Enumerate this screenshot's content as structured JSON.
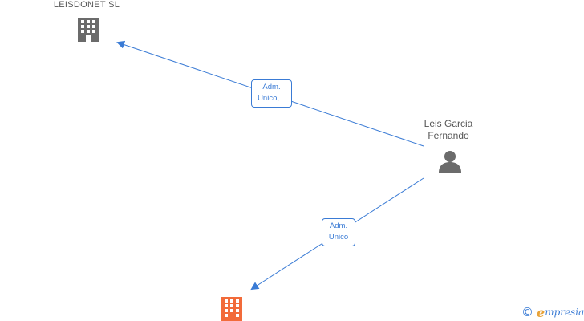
{
  "nodes": {
    "company_top": {
      "label": "LEISDONET  SL"
    },
    "person": {
      "name_line1": "Leis Garcia",
      "name_line2": "Fernando"
    },
    "company_bottom": {
      "label": ""
    }
  },
  "edges": [
    {
      "label_line1": "Adm.",
      "label_line2": "Unico,..."
    },
    {
      "label_line1": "Adm.",
      "label_line2": "Unico"
    }
  ],
  "colors": {
    "edge": "#3a7bd5",
    "company_icon": "#6b6b6b",
    "company_highlight_icon": "#f26b3a",
    "person_icon": "#6b6b6b",
    "label_text": "#555555"
  },
  "watermark": {
    "copyright": "©",
    "brand_initial": "e",
    "brand_rest": "mpresia"
  }
}
